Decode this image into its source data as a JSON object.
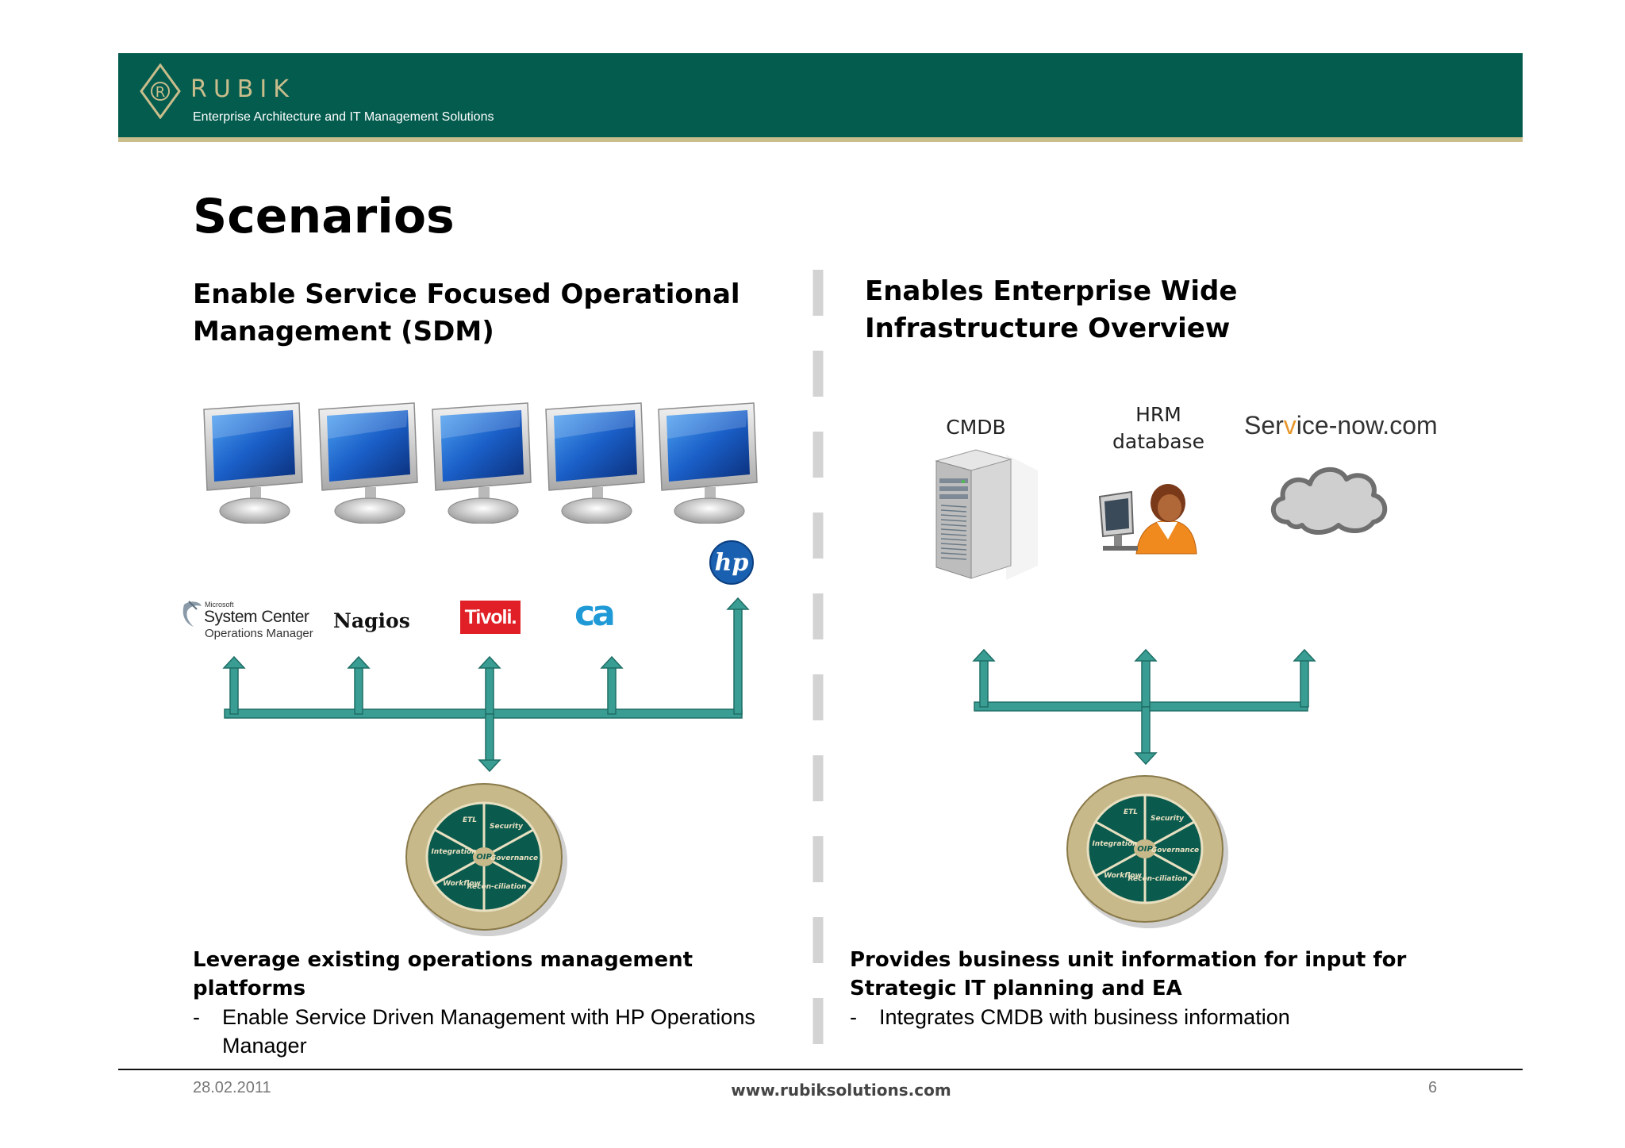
{
  "header": {
    "brand": "RUBIK",
    "tagline": "Enterprise Architecture and IT Management Solutions",
    "logo_letter": "R",
    "colors": {
      "bar": "#045c4f",
      "accent": "#c9bd8b"
    }
  },
  "page_title": "Scenarios",
  "left": {
    "heading_line1": "Enable Service Focused Operational",
    "heading_line2": "Management (SDM)",
    "logos": {
      "hp": "hp",
      "msc_small": "Microsoft",
      "msc_main": "System Center",
      "msc_sub": "Operations Manager",
      "nagios": "Nagios",
      "tivoli": "Tivoli.",
      "ca": "ca"
    },
    "bottom_heading": "Leverage existing operations management platforms",
    "bullet": "Enable Service Driven Management with HP Operations Manager"
  },
  "right": {
    "heading_line1": "Enables Enterprise Wide",
    "heading_line2": "Infrastructure Overview",
    "cmdb_label": "CMDB",
    "hrm_line1": "HRM",
    "hrm_line2": "database",
    "servicenow_a": "Ser",
    "servicenow_b": "v",
    "servicenow_c": "ice-now.com",
    "bottom_heading": "Provides business unit information for input for Strategic IT planning and EA",
    "bullet": "Integrates CMDB with business information"
  },
  "oip_wheel": {
    "center": "OIP",
    "segments": [
      "ETL",
      "Security",
      "Governance",
      "Recon-ciliation",
      "Workflow",
      "Integration"
    ]
  },
  "footer": {
    "date": "28.02.2011",
    "url": "www.rubiksolutions.com",
    "page": "6"
  }
}
